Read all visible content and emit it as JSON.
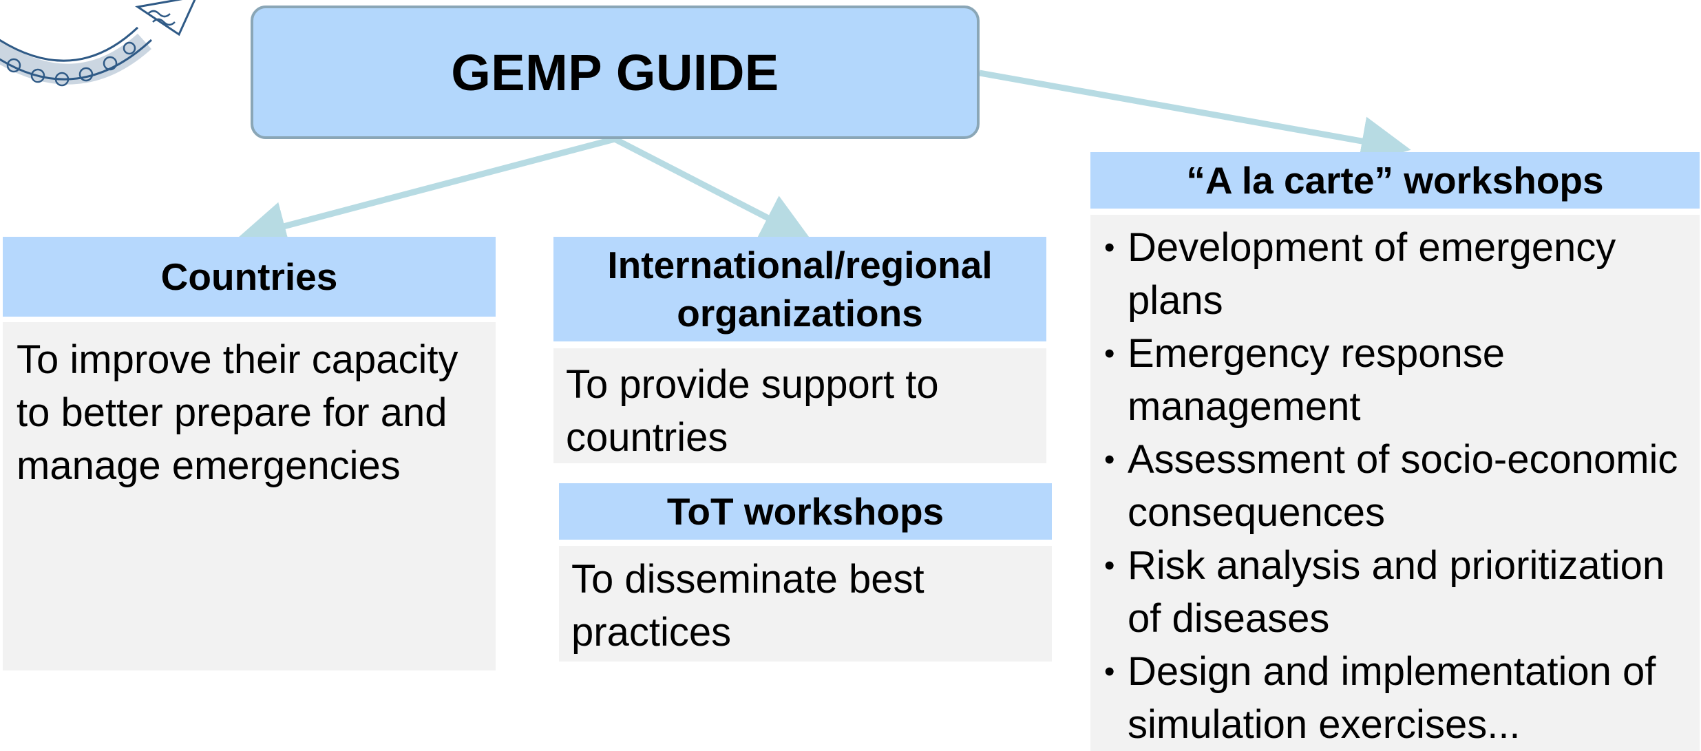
{
  "title": "GEMP GUIDE",
  "colors": {
    "header_fill": "#b6d8fd",
    "body_fill": "#f2f2f2",
    "root_fill": "#b3d7fc",
    "root_border": "#8aa6b6",
    "connector": "#b7dbe3",
    "ornament": "#2f5a86"
  },
  "branches": {
    "countries": {
      "header": "Countries",
      "body": "To improve their capacity to better prepare for and manage emergencies"
    },
    "organizations": {
      "header_line1": "International/regional",
      "header_line2": "organizations",
      "body": "To provide support to countries"
    },
    "tot": {
      "header": "ToT workshops",
      "body": "To disseminate best practices"
    },
    "alacarte": {
      "header": "“A la carte” workshops",
      "bullet_glyph": "•",
      "items": [
        "Development of emergency plans",
        "Emergency response management",
        "Assessment of socio-economic consequences",
        "Risk analysis and prioritization of diseases",
        "Design and implementation of simulation exercises..."
      ]
    }
  },
  "decoration": {
    "icon": "swirl-arrow-ornament-icon"
  }
}
